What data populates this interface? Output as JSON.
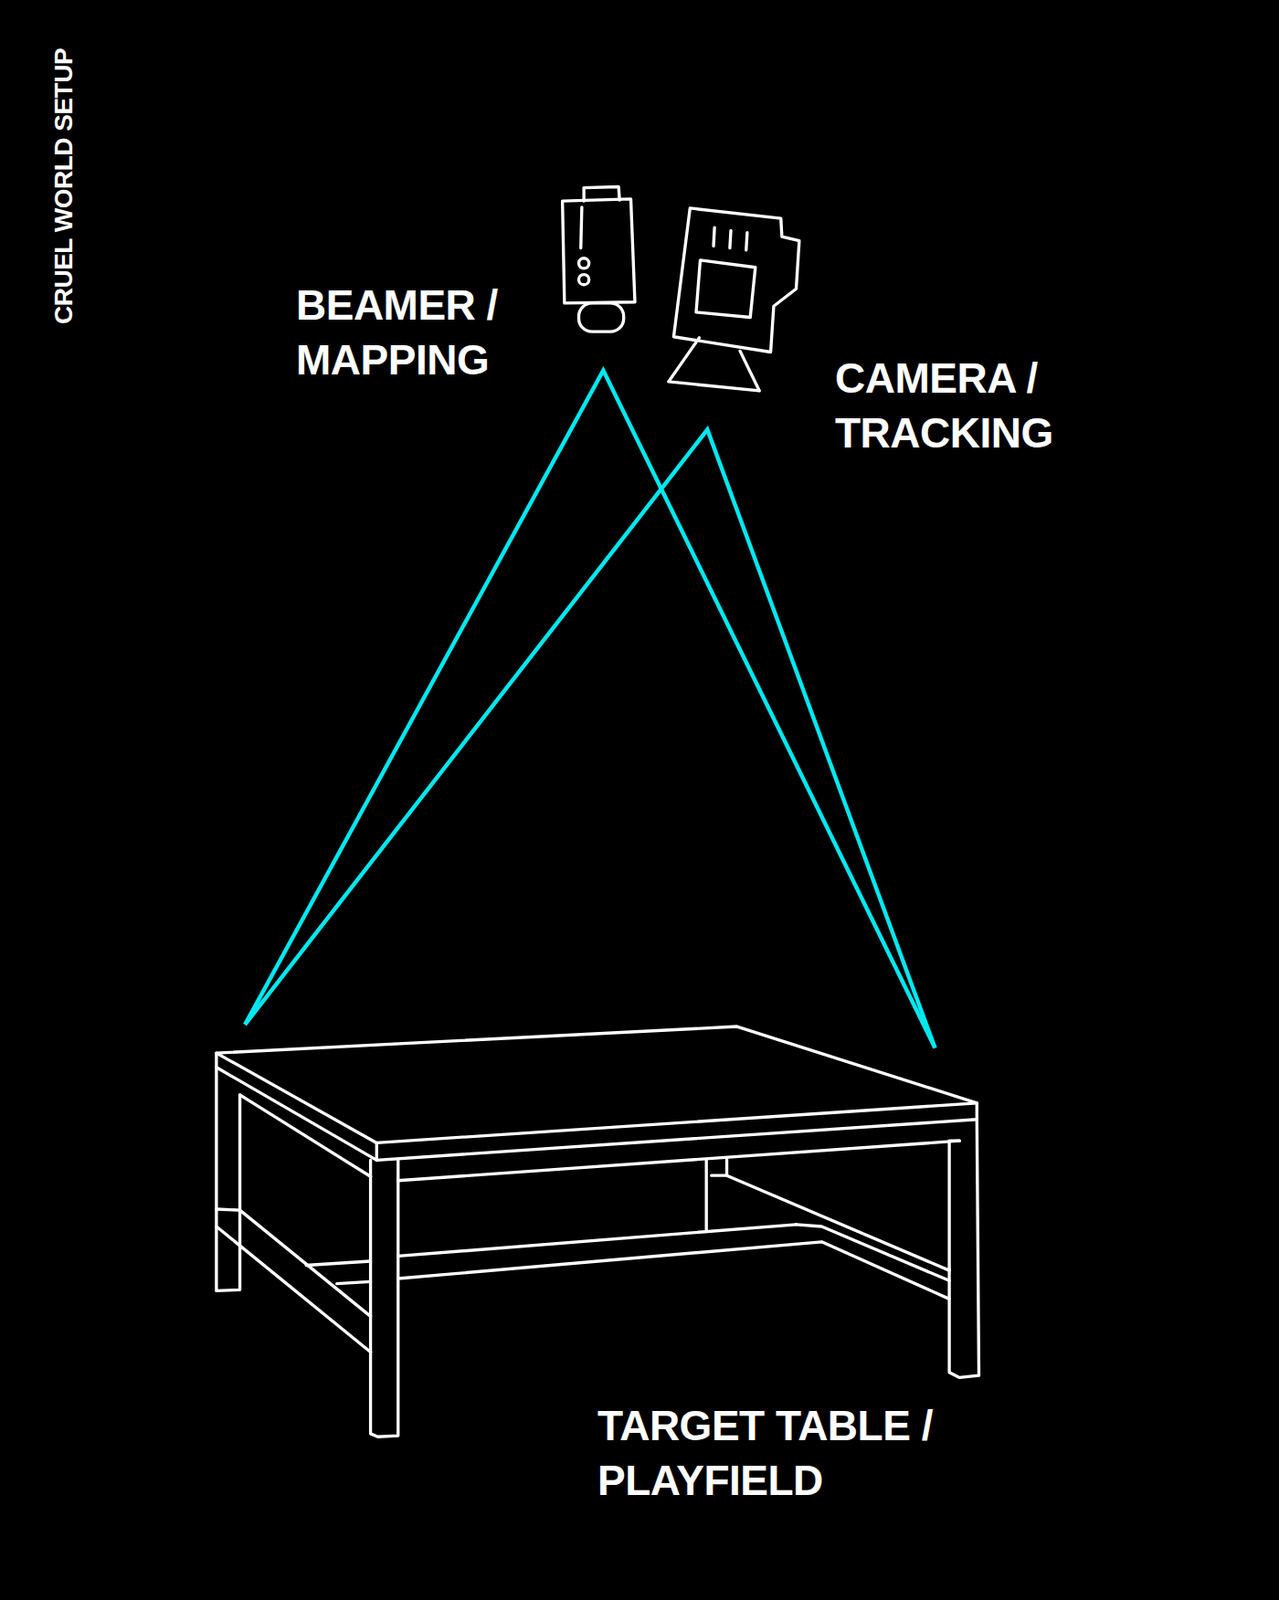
{
  "diagram": {
    "title": "CRUEL WORLD SETUP",
    "labels": [
      "BEAMER / MAPPING",
      "CAMERA / TRACKING",
      "TARGET TABLE / PLAYFIELD"
    ]
  }
}
